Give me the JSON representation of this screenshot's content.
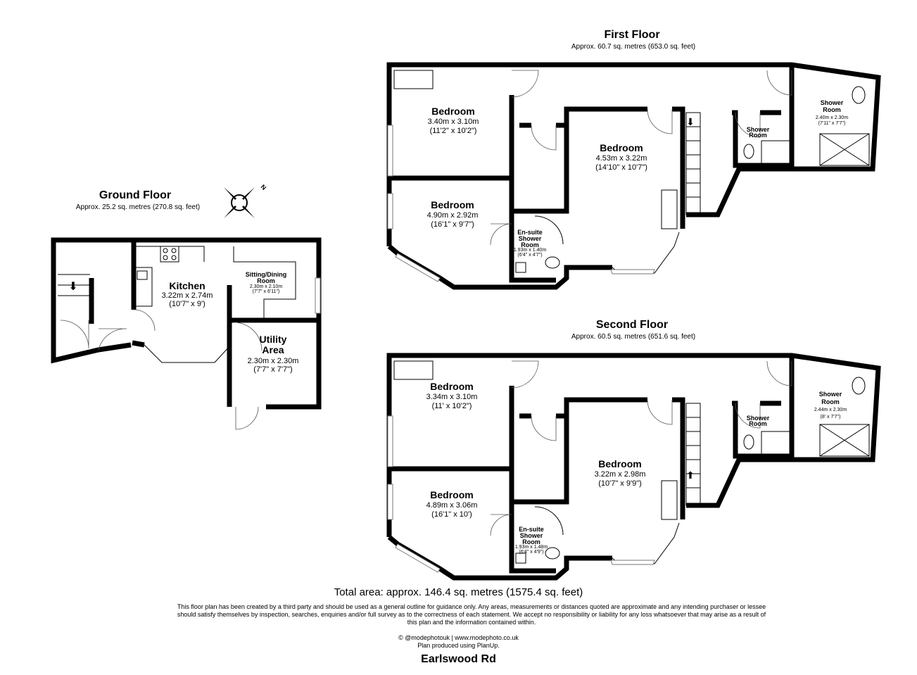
{
  "ground_floor": {
    "title": "Ground Floor",
    "area": "Approx. 25.2 sq. metres (270.8 sq. feet)",
    "rooms": [
      {
        "name": "Kitchen",
        "dim_m": "3.22m x 2.74m",
        "dim_ft": "(10'7\" x 9')"
      },
      {
        "name_line1": "Sitting/Dining",
        "name_line2": "Room",
        "dim_m": "2.30m x 2.10m",
        "dim_ft": "(7'7\" x 6'11\")"
      },
      {
        "name_line1": "Utility",
        "name_line2": "Area",
        "dim_m": "2.30m x 2.30m",
        "dim_ft": "(7'7\" x 7'7\")"
      }
    ]
  },
  "compass": {
    "icon": "compass-icon",
    "label": "N"
  },
  "first_floor": {
    "title": "First Floor",
    "area": "Approx. 60.7 sq. metres (653.0 sq. feet)",
    "rooms": [
      {
        "name": "Bedroom",
        "dim_m": "3.40m x 3.10m",
        "dim_ft": "(11'2\" x 10'2\")"
      },
      {
        "name": "Bedroom",
        "dim_m": "4.53m x 3.22m",
        "dim_ft": "(14'10\" x 10'7\")"
      },
      {
        "name": "Bedroom",
        "dim_m": "4.90m x 2.92m",
        "dim_ft": "(16'1\" x 9'7\")"
      },
      {
        "name_line1": "En-suite",
        "name_line2": "Shower",
        "name_line3": "Room",
        "dim_m": "1.93m x 1.40m",
        "dim_ft": "(6'4\" x 4'7\")"
      },
      {
        "name_line1": "Shower",
        "name_line2": "Room"
      },
      {
        "name_line1": "Shower",
        "name_line2": "Room",
        "dim_m": "2.40m x 2.30m",
        "dim_ft": "(7'11\" x 7'7\")"
      }
    ]
  },
  "second_floor": {
    "title": "Second Floor",
    "area": "Approx. 60.5 sq. metres (651.6 sq. feet)",
    "rooms": [
      {
        "name": "Bedroom",
        "dim_m": "3.34m x 3.10m",
        "dim_ft": "(11' x 10'2\")"
      },
      {
        "name": "Bedroom",
        "dim_m": "3.22m x 2.98m",
        "dim_ft": "(10'7\" x 9'9\")"
      },
      {
        "name": "Bedroom",
        "dim_m": "4.89m x 3.06m",
        "dim_ft": "(16'1\" x 10')"
      },
      {
        "name_line1": "En-suite",
        "name_line2": "Shower",
        "name_line3": "Room",
        "dim_m": "1.93m x 1.48m",
        "dim_ft": "(6'4\" x 4'9\")"
      },
      {
        "name_line1": "Shower",
        "name_line2": "Room"
      },
      {
        "name_line1": "Shower",
        "name_line2": "Room",
        "dim_m": "2.44m x 2.30m",
        "dim_ft": "(8' x 7'7\")"
      }
    ]
  },
  "footer": {
    "total_area": "Total area: approx. 146.4 sq. metres (1575.4 sq. feet)",
    "disclaimer": "This floor plan has been created by a third party and should be used as a general outline for guidance only. Any areas, measurements or distances quoted are approximate and any intending purchaser or lessee should satisfy themselves by inspection, searches, enquiries and/or full survey as to the correctness of each statement. We accept no responsibility or liability for any loss whatsoever that may arise as a result of this plan and the information contained within.",
    "credit_line1": "© @modephotouk | www.modephoto.co.uk",
    "credit_line2": "Plan produced using PlanUp.",
    "address": "Earlswood Rd"
  }
}
